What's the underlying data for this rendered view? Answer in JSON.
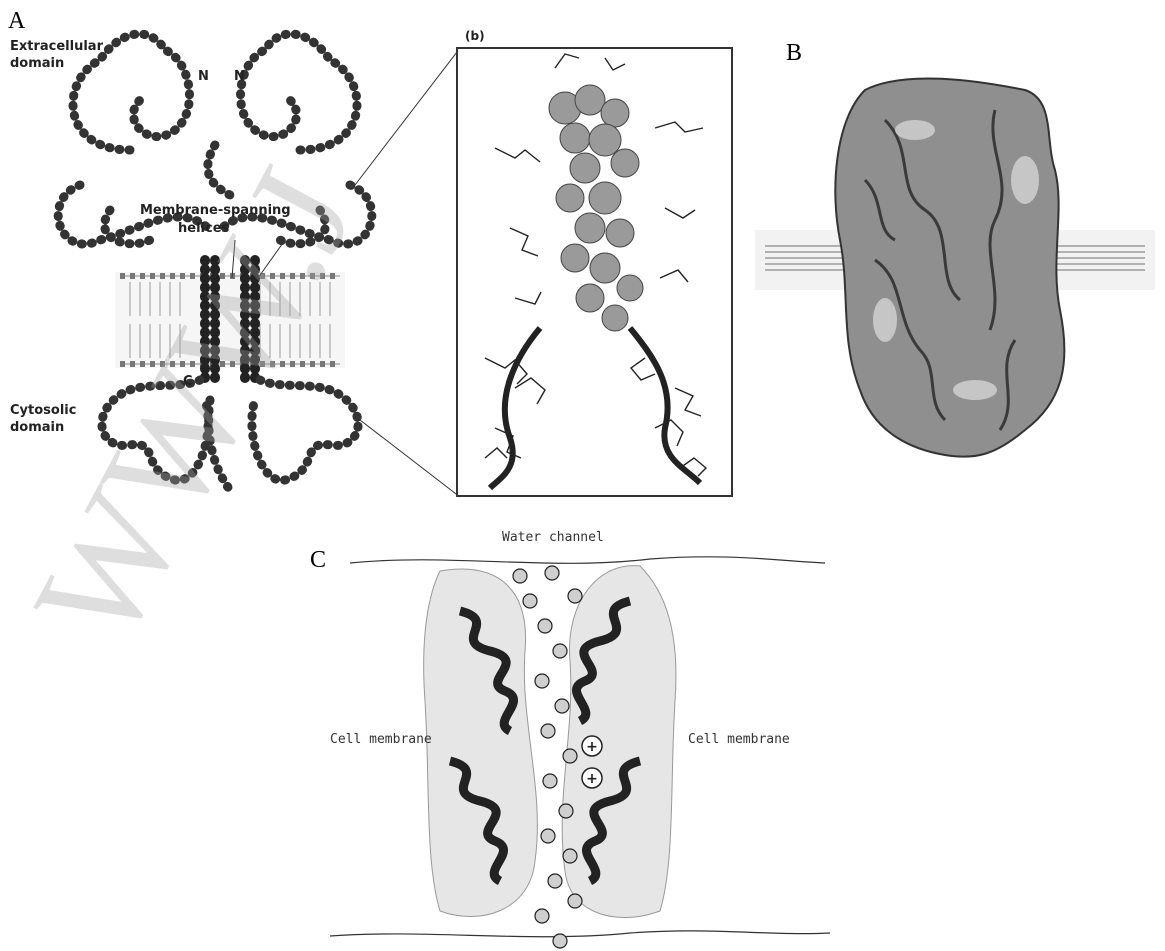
{
  "panels": {
    "a": {
      "letter": "A",
      "inset_tag": "(b)",
      "labels": {
        "extracellular_line1": "Extracellular",
        "extracellular_line2": "domain",
        "n_left": "N",
        "n_right": "N",
        "spanning_line1": "Membrane-spanning",
        "spanning_line2": "helices",
        "c_terminal": "C",
        "cytosolic_line1": "Cytosolic",
        "cytosolic_line2": "domain"
      }
    },
    "b": {
      "letter": "B"
    },
    "c": {
      "letter": "C",
      "labels": {
        "water_channel": "Water channel",
        "membrane_left": "Cell membrane",
        "membrane_right": "Cell membrane",
        "ion1": "+",
        "ion2": "+"
      }
    }
  },
  "watermark": {
    "text": "WWW.J",
    "color": "#a0a0a0"
  }
}
